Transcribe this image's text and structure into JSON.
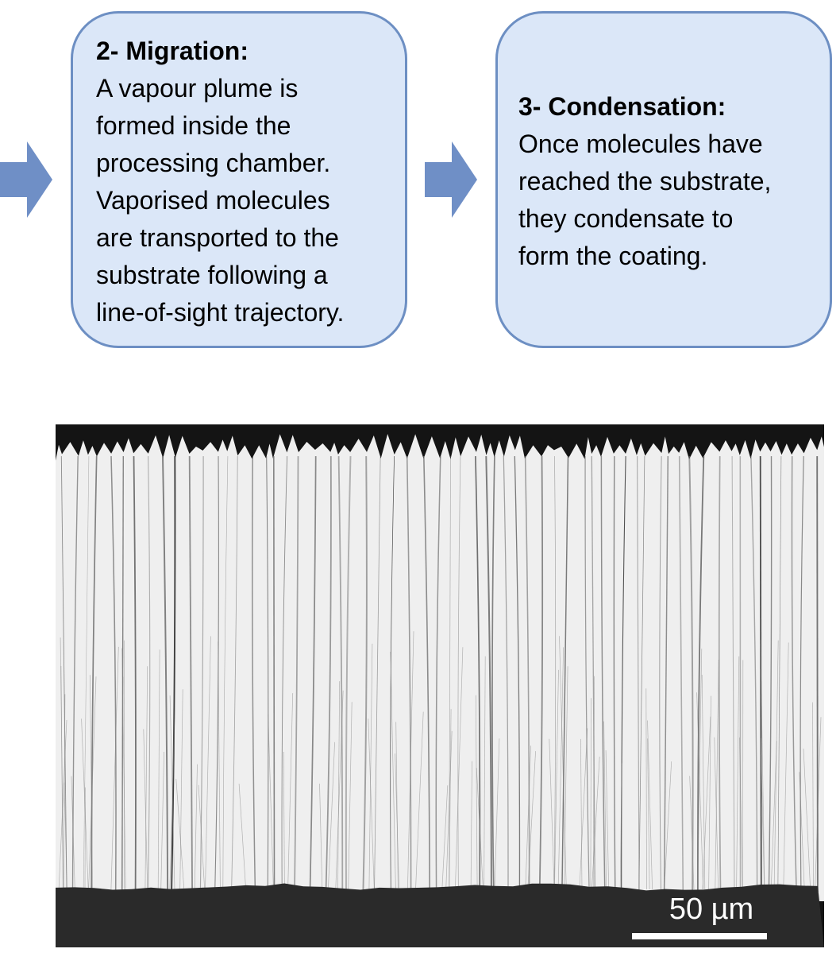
{
  "steps": [
    {
      "title": "2- Migration:",
      "body": "A vapour plume is\nformed inside the\nprocessing chamber.\nVaporised molecules\nare transported to the\nsubstrate following a\nline-of-sight trajectory."
    },
    {
      "title": "3- Condensation:",
      "body": "Once molecules have\nreached the substrate,\nthey condensate to\nform the coating."
    }
  ],
  "micrograph": {
    "scale_bar_label": "50 µm"
  },
  "colors": {
    "box_fill": "#dbe7f8",
    "box_border": "#6d8fc3",
    "arrow": "#6f8fc6",
    "coating": "#efefef",
    "substrate": "#2a2a2a",
    "background_top": "#141414"
  }
}
